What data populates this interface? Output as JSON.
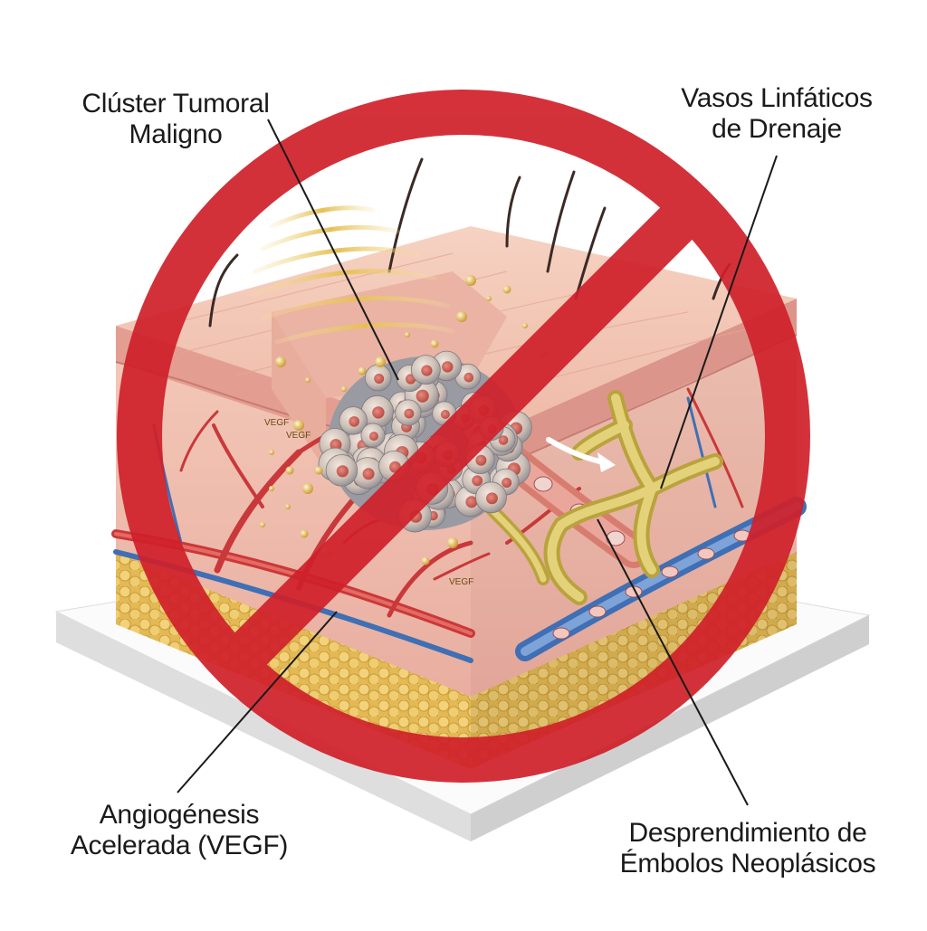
{
  "labels": {
    "tumor": {
      "line1": "Clúster Tumoral",
      "line2": "Maligno"
    },
    "lymph": {
      "line1": "Vasos Linfáticos",
      "line2": "de Drenaje"
    },
    "angio": {
      "line1": "Angiogénesis",
      "line2": "Acelerada (VEGF)"
    },
    "emboli": {
      "line1": "Desprendimiento de",
      "line2": "Émbolos Neoplásicos"
    }
  },
  "inline_markers": {
    "vegf_1": "VEGF",
    "vegf_2": "VEGF",
    "vegf_3": "VEGF"
  },
  "colors": {
    "prohibition": "#d0202a",
    "skin": "#f2c4b4",
    "epidermis": "#e9a89a",
    "fat": "#e9c86a",
    "artery": "#c9383a",
    "vein": "#3f6fb5",
    "lymph": "#d8c15a",
    "tumor": "#c9c1b8",
    "base": "#f1f1f1"
  },
  "icons": [
    "prohibition-sign-icon",
    "hair-icon",
    "radiation-waves-icon",
    "flow-arrow-icon"
  ]
}
